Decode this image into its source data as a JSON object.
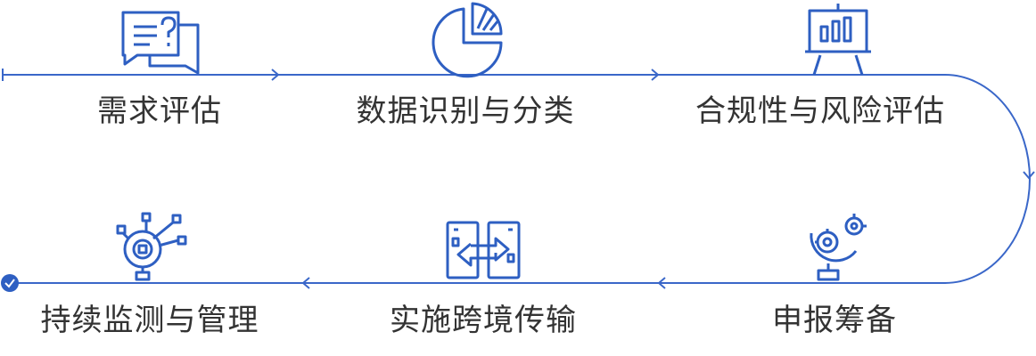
{
  "colors": {
    "accent": "#2e5fc2",
    "text": "#333333",
    "line": "#3a67c9"
  },
  "steps": [
    {
      "label": "需求评估",
      "icon": "question-chat-icon"
    },
    {
      "label": "数据识别与分类",
      "icon": "pie-chart-icon"
    },
    {
      "label": "合规性与风险评估",
      "icon": "presentation-board-icon"
    },
    {
      "label": "申报筹备",
      "icon": "gear-globe-icon"
    },
    {
      "label": "实施跨境传输",
      "icon": "device-transfer-icon"
    },
    {
      "label": "持续监测与管理",
      "icon": "network-target-icon"
    }
  ],
  "end_marker_icon": "check-circle-icon"
}
